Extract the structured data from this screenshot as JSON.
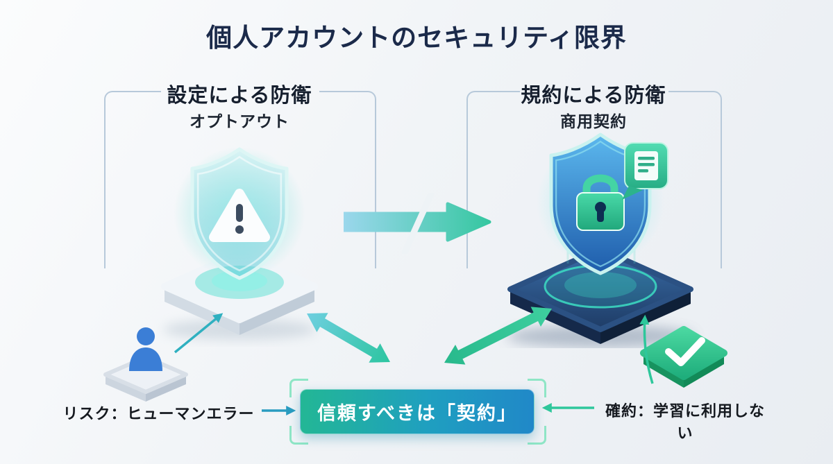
{
  "title": "個人アカウントのセキュリティ限界",
  "left_panel": {
    "heading": "設定による防衛",
    "subheading": "オプトアウト",
    "icon": "warning-shield-hologram-icon"
  },
  "right_panel": {
    "heading": "規約による防衛",
    "subheading": "商用契約",
    "icon": "lock-shield-icon",
    "badge_icon": "document-bubble-icon"
  },
  "transition": {
    "icon": "right-arrow-icon",
    "divider_icon": "slash-icon"
  },
  "conclusion": {
    "label": "信頼すべきは「契約」"
  },
  "bottom_left": {
    "icon": "person-icon",
    "label": "リスク：ヒューマンエラー"
  },
  "bottom_right": {
    "icon": "checkmark-tile-icon",
    "label": "確約：学習に利用しない"
  },
  "colors": {
    "title_text": "#1B2A4A",
    "teal": "#2EC4B6",
    "blue": "#2A7DE1",
    "green": "#2FBF93",
    "navy_platform": "#1D3557",
    "frame": "#B7C9DA",
    "conclusion_gradient_start": "#23B795",
    "conclusion_gradient_end": "#2088C8"
  }
}
